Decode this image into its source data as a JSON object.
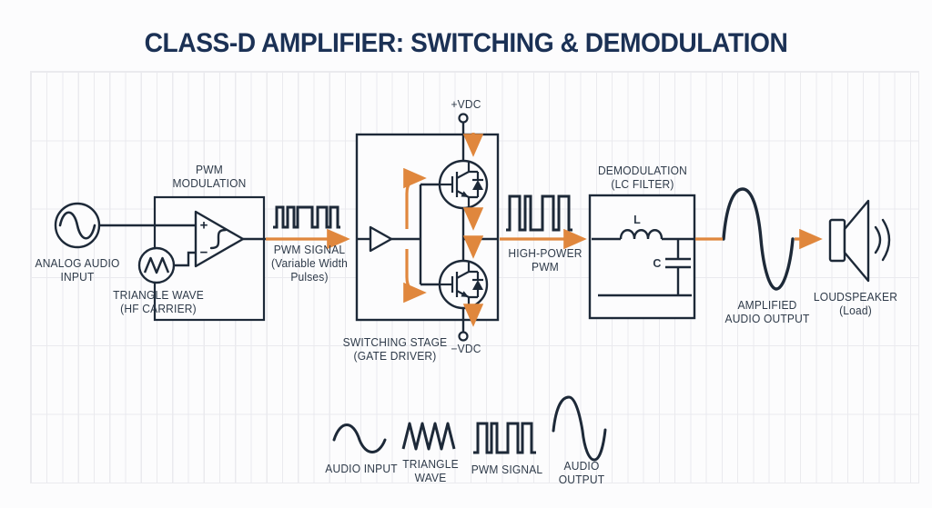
{
  "title": "CLASS-D AMPLIFIER: SWITCHING & DEMODULATION",
  "colors": {
    "title_navy": "#1b3155",
    "circuit_navy": "#1d2938",
    "label_gray_navy": "#2e3a49",
    "signal_orange": "#e0873d",
    "grid_line": "#eaeaee",
    "background": "#fcfcfd"
  },
  "diagram": {
    "analog_audio_input": {
      "line1": "ANALOG AUDIO",
      "line2": "INPUT"
    },
    "triangle_wave_source": {
      "line1": "TRIANGLE WAVE",
      "line2": "(HF CARRIER)"
    },
    "pwm_modulation": {
      "line1": "PWM",
      "line2": "MODULATION",
      "plus": "+",
      "minus": "−"
    },
    "pwm_signal": {
      "line1": "PWM SIGNAL",
      "line2": "(Variable Width",
      "line3": "Pulses)"
    },
    "switching_stage": {
      "line1": "SWITCHING STAGE",
      "line2": "(GATE DRIVER)"
    },
    "supply": {
      "positive": "+VDC",
      "negative": "−VDC"
    },
    "high_power_pwm": {
      "line1": "HIGH-POWER",
      "line2": "PWM"
    },
    "demodulation": {
      "line1": "DEMODULATION",
      "line2": "(LC FILTER)",
      "inductor": "L",
      "capacitor": "C"
    },
    "amplified_audio_output": {
      "line1": "AMPLIFIED",
      "line2": "AUDIO OUTPUT"
    },
    "loudspeaker": {
      "line1": "LOUDSPEAKER",
      "line2": "(Load)"
    }
  },
  "legend": {
    "audio_input": {
      "line1": "AUDIO INPUT"
    },
    "triangle_wave": {
      "line1": "TRIANGLE",
      "line2": "WAVE"
    },
    "pwm_signal": {
      "line1": "PWM SIGNAL"
    },
    "audio_output": {
      "line1": "AUDIO",
      "line2": "OUTPUT"
    }
  }
}
